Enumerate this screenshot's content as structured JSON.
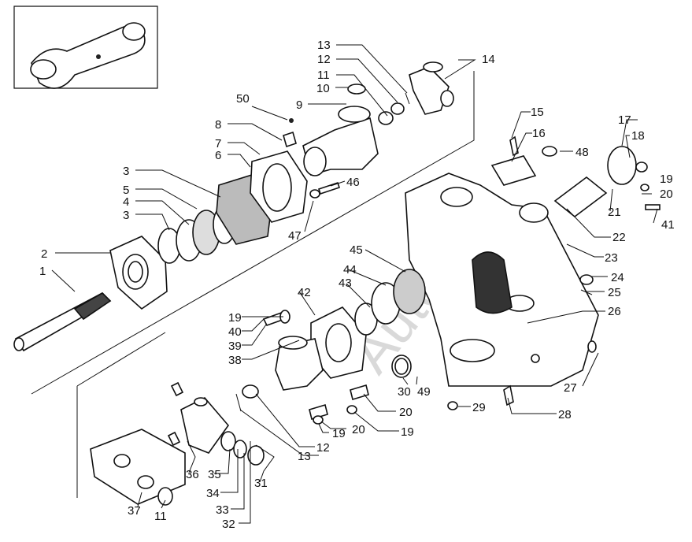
{
  "watermark": "AutoSoft",
  "callouts": [
    {
      "id": "1",
      "text": "1"
    },
    {
      "id": "2",
      "text": "2"
    },
    {
      "id": "3a",
      "text": "3"
    },
    {
      "id": "3b",
      "text": "3"
    },
    {
      "id": "4",
      "text": "4"
    },
    {
      "id": "5",
      "text": "5"
    },
    {
      "id": "6",
      "text": "6"
    },
    {
      "id": "7",
      "text": "7"
    },
    {
      "id": "8",
      "text": "8"
    },
    {
      "id": "9",
      "text": "9"
    },
    {
      "id": "10",
      "text": "10"
    },
    {
      "id": "11a",
      "text": "11"
    },
    {
      "id": "12a",
      "text": "12"
    },
    {
      "id": "13a",
      "text": "13"
    },
    {
      "id": "14",
      "text": "14"
    },
    {
      "id": "15",
      "text": "15"
    },
    {
      "id": "16",
      "text": "16"
    },
    {
      "id": "17",
      "text": "17"
    },
    {
      "id": "18",
      "text": "18"
    },
    {
      "id": "19a",
      "text": "19"
    },
    {
      "id": "20a",
      "text": "20"
    },
    {
      "id": "21",
      "text": "21"
    },
    {
      "id": "22",
      "text": "22"
    },
    {
      "id": "23",
      "text": "23"
    },
    {
      "id": "24",
      "text": "24"
    },
    {
      "id": "25",
      "text": "25"
    },
    {
      "id": "26",
      "text": "26"
    },
    {
      "id": "27",
      "text": "27"
    },
    {
      "id": "28",
      "text": "28"
    },
    {
      "id": "29",
      "text": "29"
    },
    {
      "id": "30",
      "text": "30"
    },
    {
      "id": "49",
      "text": "49"
    },
    {
      "id": "20b",
      "text": "20"
    },
    {
      "id": "19b",
      "text": "19"
    },
    {
      "id": "20c",
      "text": "20"
    },
    {
      "id": "19c",
      "text": "19"
    },
    {
      "id": "12b",
      "text": "12"
    },
    {
      "id": "13b",
      "text": "13"
    },
    {
      "id": "31",
      "text": "31"
    },
    {
      "id": "32",
      "text": "32"
    },
    {
      "id": "33",
      "text": "33"
    },
    {
      "id": "34",
      "text": "34"
    },
    {
      "id": "35",
      "text": "35"
    },
    {
      "id": "36",
      "text": "36"
    },
    {
      "id": "37",
      "text": "37"
    },
    {
      "id": "11b",
      "text": "11"
    },
    {
      "id": "38",
      "text": "38"
    },
    {
      "id": "39",
      "text": "39"
    },
    {
      "id": "40",
      "text": "40"
    },
    {
      "id": "19d",
      "text": "19"
    },
    {
      "id": "42",
      "text": "42"
    },
    {
      "id": "43",
      "text": "43"
    },
    {
      "id": "44",
      "text": "44"
    },
    {
      "id": "45",
      "text": "45"
    },
    {
      "id": "46",
      "text": "46"
    },
    {
      "id": "47",
      "text": "47"
    },
    {
      "id": "48",
      "text": "48"
    },
    {
      "id": "41",
      "text": "41"
    },
    {
      "id": "50",
      "text": "50"
    }
  ]
}
